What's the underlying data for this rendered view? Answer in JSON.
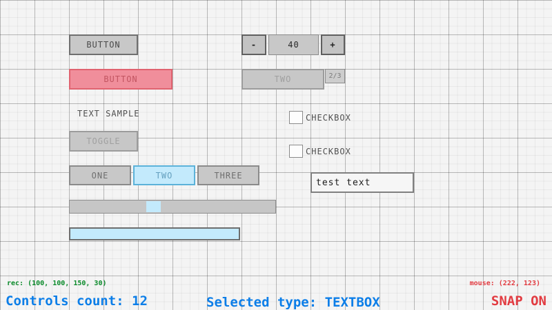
{
  "controls": {
    "button": {
      "label": "BUTTON"
    },
    "button_selected": {
      "label": "BUTTON"
    },
    "text_label": "TEXT SAMPLE",
    "toggle": {
      "label": "TOGGLE"
    },
    "spinner": {
      "decrease_label": "-",
      "value": "40",
      "increase_label": "+"
    },
    "combobox": {
      "selected_option": "TWO",
      "counter": "2/3"
    },
    "toggle_group": {
      "options": [
        {
          "label": "ONE",
          "active": false
        },
        {
          "label": "TWO",
          "active": true
        },
        {
          "label": "THREE",
          "active": false
        }
      ]
    },
    "checkbox_1": {
      "label": "CHECKBOX",
      "checked": false
    },
    "checkbox_2": {
      "label": "CHECKBOX",
      "checked": false
    },
    "textbox": {
      "value": "test text"
    },
    "slider": {
      "thumb": "light-blue"
    },
    "progress_bar": {
      "fill": "full"
    }
  },
  "status_bar": {
    "selected_rect": "rec: (100, 100, 150, 30)",
    "controls_count": "Controls count: 12",
    "selected_type": "Selected type: TEXTBOX",
    "mouse_position": "mouse: (222, 123)",
    "snap_mode": "SNAP ON"
  },
  "colors": {
    "background": "#f4f4f4",
    "grid_major": "#b5b5b5",
    "grid_minor": "#e9e9e9",
    "control_fill": "#c8c8c8",
    "control_border": "#6f6f6f",
    "control_text": "#4a4a4a",
    "selected_fill": "#f08e9b",
    "selected_border": "#e0626f",
    "selected_text": "#c25561",
    "active_fill": "#c3eafc",
    "active_border": "#5bb2d9",
    "active_text": "#64a0bf",
    "status_green": "#0a8a2a",
    "status_blue": "#0c7ee8",
    "status_red": "#e23b41"
  }
}
